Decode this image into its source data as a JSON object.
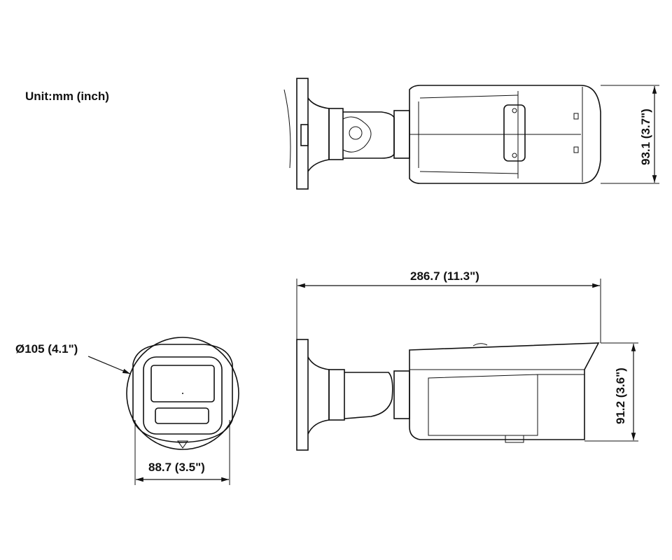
{
  "unit_label": "Unit:mm (inch)",
  "dimensions": {
    "height_top_view": "93.1 (3.7\")",
    "total_length": "286.7 (11.3\")",
    "diameter": "Ø105 (4.1\")",
    "height_side_view": "91.2 (3.6\")",
    "width_front_view": "88.7 (3.5\")"
  }
}
